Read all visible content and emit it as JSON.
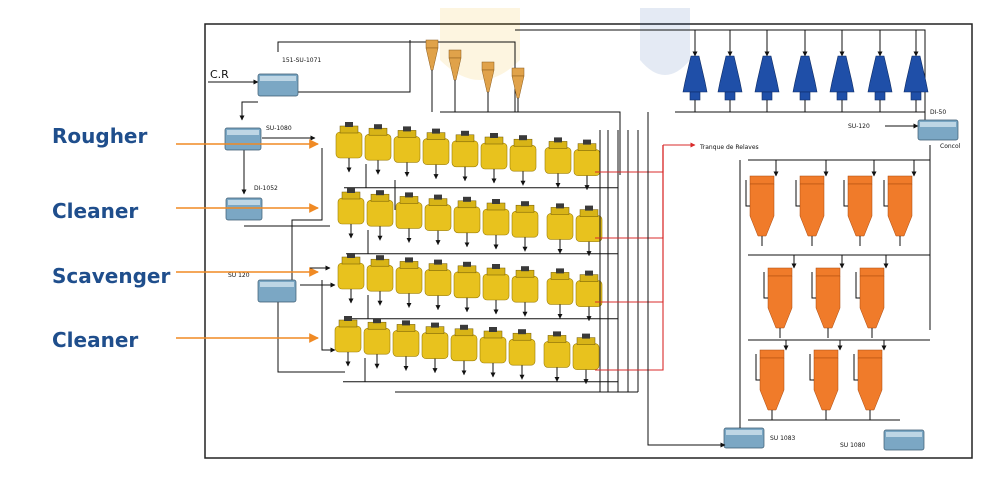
{
  "diagram": {
    "stage_labels": [
      "Rougher",
      "Cleaner",
      "Scavenger",
      "Cleaner"
    ],
    "tags": {
      "cr": "C.R",
      "su1071": "151-SU-1071",
      "su1080_top": "SU-1080",
      "di1052": "DI-1052",
      "su120_left": "SU 120",
      "su120_right": "SU-120",
      "di50": "DI-50",
      "concol": "Concol",
      "tranque": "Tranque de Relaves",
      "su1083": "SU 1083",
      "su1080_bottom": "SU 1080"
    },
    "colors": {
      "label_text": "#1f4e8c",
      "arrow": "#f08a24",
      "cell": "#e8c21e",
      "column": "#f07b2a",
      "cyclone": "#1f4fa8",
      "hydrocyclone": "#e0a24a",
      "tank": "#7ba7c4",
      "tailings_line": "#d92b2b"
    }
  }
}
